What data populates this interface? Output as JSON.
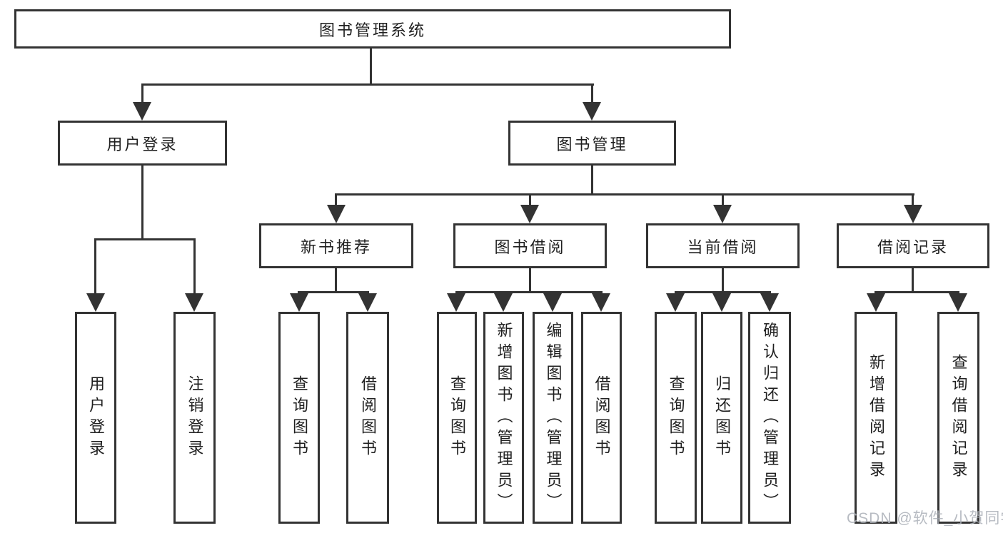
{
  "diagram": {
    "root": "图书管理系统",
    "branches": [
      {
        "label": "用户登录",
        "children": [
          {
            "label": "用户登录"
          },
          {
            "label": "注销登录"
          }
        ]
      },
      {
        "label": "图书管理",
        "children": [
          {
            "label": "新书推荐",
            "children": [
              {
                "label": "查询图书"
              },
              {
                "label": "借阅图书"
              }
            ]
          },
          {
            "label": "图书借阅",
            "children": [
              {
                "label": "查询图书"
              },
              {
                "label": "新增图书（管理员）"
              },
              {
                "label": "编辑图书（管理员）"
              },
              {
                "label": "借阅图书"
              }
            ]
          },
          {
            "label": "当前借阅",
            "children": [
              {
                "label": "查询图书"
              },
              {
                "label": "归还图书"
              },
              {
                "label": "确认归还（管理员）"
              }
            ]
          },
          {
            "label": "借阅记录",
            "children": [
              {
                "label": "新增借阅记录"
              },
              {
                "label": "查询借阅记录"
              }
            ]
          }
        ]
      }
    ]
  },
  "watermark": "CSDN @软件_小贺同学",
  "colors": {
    "line": "#333333",
    "text": "#1f1f1f",
    "bg": "#ffffff",
    "watermark": "#abb0b8"
  }
}
